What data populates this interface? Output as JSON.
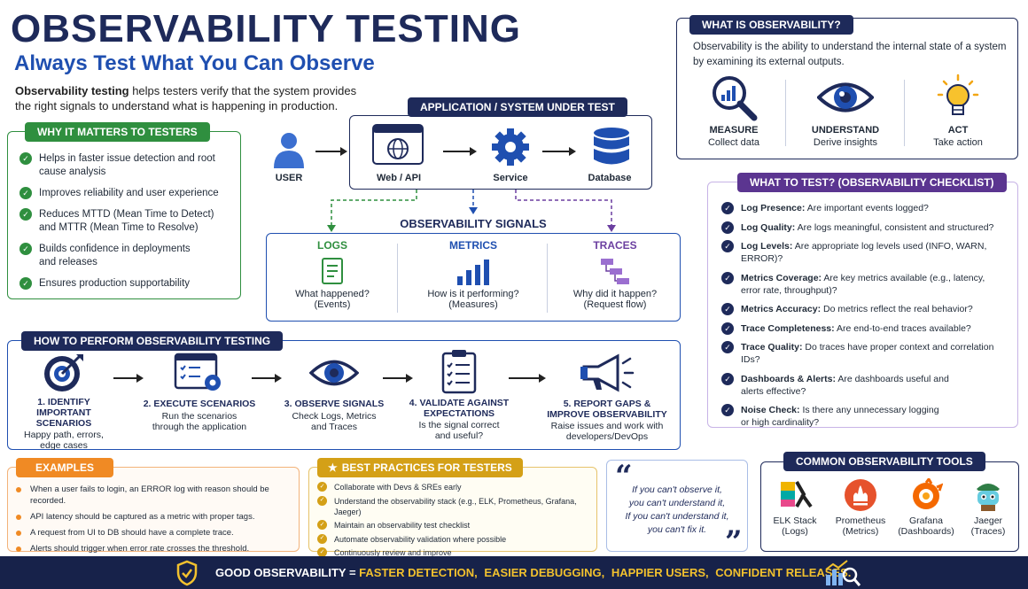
{
  "header": {
    "title": "OBSERVABILITY TESTING",
    "subtitle": "Always Test What You Can Observe",
    "intro_bold": "Observability testing",
    "intro_rest": " helps testers verify that the system provides",
    "intro_line2": "the right signals to understand what is happening in production."
  },
  "why": {
    "title": "WHY IT MATTERS TO TESTERS",
    "items": [
      [
        "Helps in faster issue detection and root",
        "cause analysis"
      ],
      [
        "Improves reliability and user experience",
        ""
      ],
      [
        "Reduces MTTD (Mean Time to Detect)",
        "and MTTR (Mean Time to Resolve)"
      ],
      [
        "Builds confidence in deployments",
        "and releases"
      ],
      [
        "Ensures production supportability",
        ""
      ]
    ]
  },
  "app": {
    "title": "APPLICATION / SYSTEM UNDER TEST",
    "user": "USER",
    "web": "Web / API",
    "service": "Service",
    "db": "Database"
  },
  "signals": {
    "title": "OBSERVABILITY SIGNALS",
    "items": [
      {
        "name": "LOGS",
        "q": "What happened?",
        "sub": "(Events)",
        "color": "#2f8f3f"
      },
      {
        "name": "METRICS",
        "q": "How is it performing?",
        "sub": "(Measures)",
        "color": "#1f4fb0"
      },
      {
        "name": "TRACES",
        "q": "Why did it happen?",
        "sub": "(Request flow)",
        "color": "#6b3fa0"
      }
    ]
  },
  "what": {
    "title": "WHAT IS OBSERVABILITY?",
    "desc1": "Observability is the ability to understand the internal state of a system",
    "desc2": "by examining its external outputs.",
    "items": [
      {
        "name": "MEASURE",
        "sub": "Collect data"
      },
      {
        "name": "UNDERSTAND",
        "sub": "Derive insights"
      },
      {
        "name": "ACT",
        "sub": "Take action"
      }
    ]
  },
  "checklist": {
    "title": "WHAT TO TEST? (OBSERVABILITY CHECKLIST)",
    "items": [
      {
        "k": "Log Presence:",
        "v": "Are important events logged?",
        "v2": ""
      },
      {
        "k": "Log Quality:",
        "v": "Are logs meaningful, consistent and structured?",
        "v2": ""
      },
      {
        "k": "Log Levels:",
        "v": "Are appropriate log levels used (INFO, WARN, ERROR)?",
        "v2": ""
      },
      {
        "k": "Metrics Coverage:",
        "v": "Are key metrics available (e.g., latency,",
        "v2": "error rate, throughput)?"
      },
      {
        "k": "Metrics Accuracy:",
        "v": "Do metrics reflect the real behavior?",
        "v2": ""
      },
      {
        "k": "Trace Completeness:",
        "v": "Are end-to-end traces available?",
        "v2": ""
      },
      {
        "k": "Trace Quality:",
        "v": "Do traces have proper context and correlation IDs?",
        "v2": ""
      },
      {
        "k": "Dashboards & Alerts:",
        "v": "Are dashboards useful and",
        "v2": "alerts effective?"
      },
      {
        "k": "Noise Check:",
        "v": "Is there any unnecessary logging",
        "v2": "or high cardinality?"
      }
    ]
  },
  "how": {
    "title": "HOW TO PERFORM OBSERVABILITY TESTING",
    "steps": [
      {
        "t1": "1. IDENTIFY",
        "t2": "IMPORTANT SCENARIOS",
        "d1": "Happy path, errors,",
        "d2": "edge cases"
      },
      {
        "t1": "2. EXECUTE SCENARIOS",
        "t2": "",
        "d1": "Run the scenarios",
        "d2": "through the application"
      },
      {
        "t1": "3. OBSERVE SIGNALS",
        "t2": "",
        "d1": "Check Logs, Metrics",
        "d2": "and Traces"
      },
      {
        "t1": "4. VALIDATE AGAINST",
        "t2": "EXPECTATIONS",
        "d1": "Is the signal correct",
        "d2": "and useful?"
      },
      {
        "t1": "5. REPORT GAPS &",
        "t2": "IMPROVE OBSERVABILITY",
        "d1": "Raise issues and work with",
        "d2": "developers/DevOps"
      }
    ]
  },
  "examples": {
    "title": "EXAMPLES",
    "items": [
      "When a user fails to login, an  ERROR log with reason should be recorded.",
      "API latency should be captured as a metric with proper tags.",
      "A request from UI to DB should have a complete trace.",
      "Alerts should trigger when error rate crosses the threshold."
    ]
  },
  "best": {
    "title": "BEST PRACTICES FOR TESTERS",
    "items": [
      "Collaborate with Devs & SREs early",
      "Understand the observability stack (e.g., ELK, Prometheus, Grafana, Jaeger)",
      "Maintain an observability test checklist",
      "Automate observability validation where possible",
      "Continuously review and improve"
    ]
  },
  "quote": {
    "l1": "If you can't observe it,",
    "l2": "you can't understand it,",
    "l3": "If you can't understand it,",
    "l4": "you can't fix it."
  },
  "tools": {
    "title": "COMMON OBSERVABILITY TOOLS",
    "items": [
      {
        "name": "ELK Stack",
        "sub": "(Logs)"
      },
      {
        "name": "Prometheus",
        "sub": "(Metrics)"
      },
      {
        "name": "Grafana",
        "sub": "(Dashboards)"
      },
      {
        "name": "Jaeger",
        "sub": "(Traces)"
      }
    ]
  },
  "footer": {
    "lead": "GOOD OBSERVABILITY = ",
    "parts": [
      "FASTER DETECTION,",
      "EASIER DEBUGGING,",
      "HAPPIER USERS,",
      "CONFIDENT RELEASES."
    ]
  }
}
